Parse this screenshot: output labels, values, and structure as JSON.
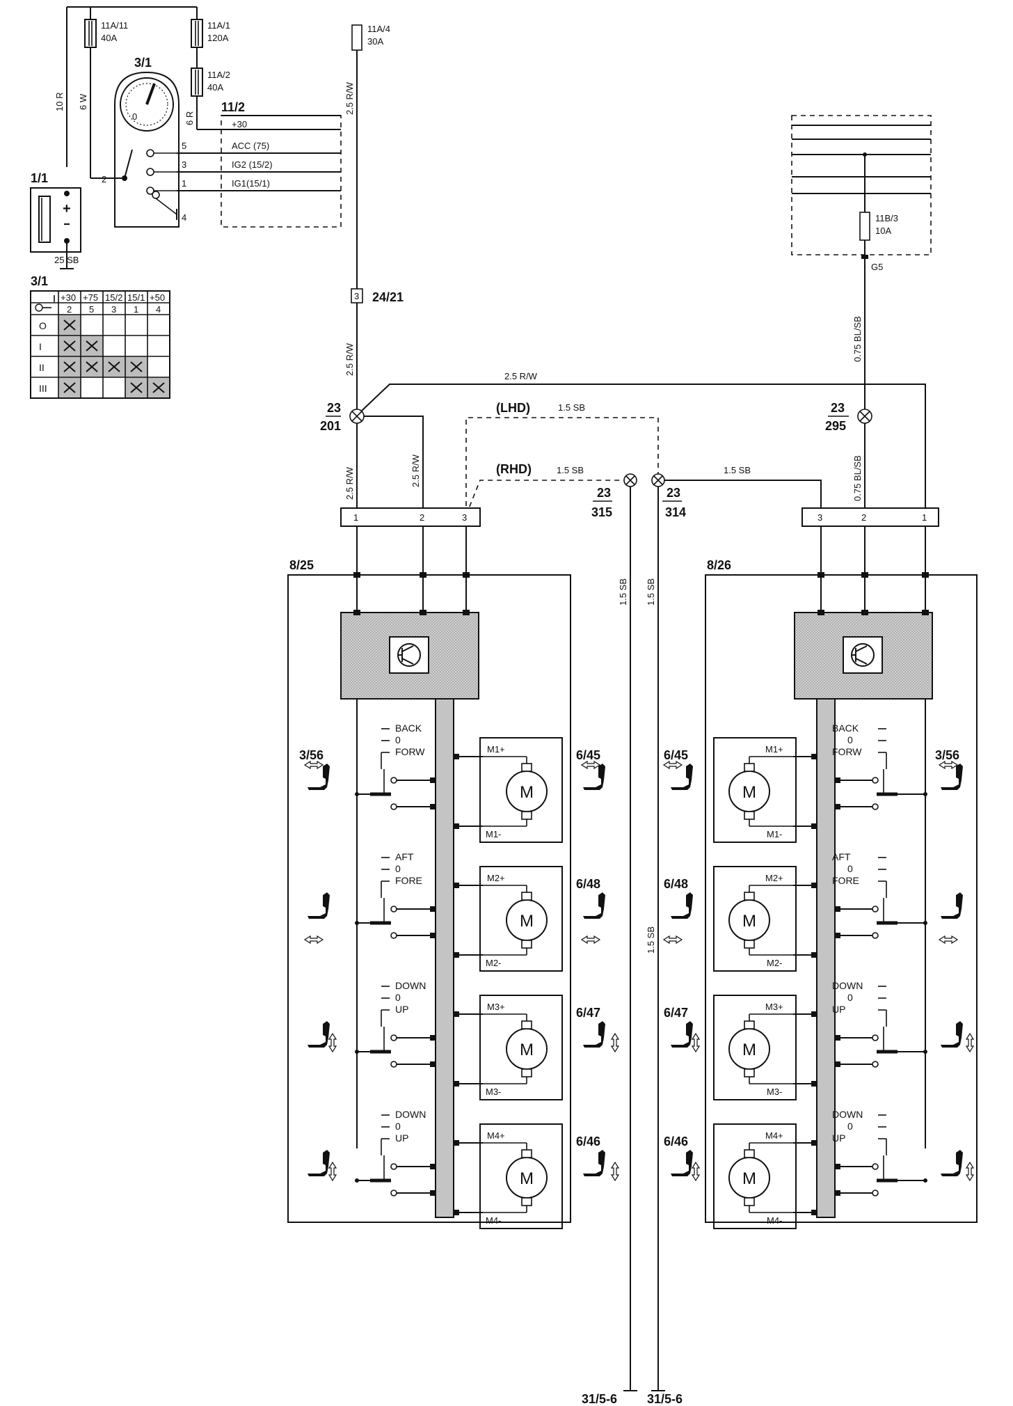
{
  "components": {
    "battery": "1/1",
    "ignition_switch": "3/1",
    "ignition_table_title": "3/1",
    "fusebox_left": "11/2",
    "connector": "24/21",
    "connector_pin": "3",
    "seat_module_left": "8/25",
    "seat_module_right": "8/26",
    "ground_left": "31/5-6",
    "ground_right": "31/5-6",
    "fuse_g5": "G5"
  },
  "fuses": {
    "f11a11": {
      "id": "11A/11",
      "rating": "40A"
    },
    "f11a1": {
      "id": "11A/1",
      "rating": "120A"
    },
    "f11a2": {
      "id": "11A/2",
      "rating": "40A"
    },
    "f11a4": {
      "id": "11A/4",
      "rating": "30A"
    },
    "f11b3": {
      "id": "11B/3",
      "rating": "10A"
    }
  },
  "wires": {
    "w10r": "10 R",
    "w6w": "6 W",
    "w6r": "6 R",
    "w25sb": "25 SB",
    "w25rw_a": "2.5 R/W",
    "w25rw_b": "2.5 R/W",
    "w25rw_top": "2.5 R/W",
    "w25rw_c": "2.5 R/W",
    "w25rw_d": "2.5 R/W",
    "w075_a": "0.75 BL/SB",
    "w075_b": "0.75 BL/SB",
    "w15sb_lhd": "1.5 SB",
    "w15sb_rhd": "1.5 SB",
    "w15sb_right": "1.5 SB",
    "w15sb_v1": "1.5 SB",
    "w15sb_v2": "1.5 SB",
    "w15sb_v3": "1.5 SB"
  },
  "fusebox_rows": {
    "r30": "+30",
    "acc": "ACC (75)",
    "ig2": "IG2 (15/2)",
    "ig1": "IG1(15/1)"
  },
  "switch_pins": [
    "5",
    "3",
    "1",
    "4",
    "2"
  ],
  "splices": {
    "s201": {
      "top": "23",
      "bottom": "201"
    },
    "s295": {
      "top": "23",
      "bottom": "295"
    },
    "s315": {
      "top": "23",
      "bottom": "315"
    },
    "s314": {
      "top": "23",
      "bottom": "314"
    }
  },
  "routing": {
    "lhd": "(LHD)",
    "rhd": "(RHD)"
  },
  "connector_left_pins": [
    "1",
    "2",
    "3"
  ],
  "connector_right_pins": [
    "3",
    "2",
    "1"
  ],
  "ignition_table": {
    "headers": [
      [
        "+30",
        "2"
      ],
      [
        "+75",
        "5"
      ],
      [
        "15/2",
        "3"
      ],
      [
        "15/1",
        "1"
      ],
      [
        "+50",
        "4"
      ]
    ],
    "rows": [
      "O",
      "I",
      "II",
      "III"
    ],
    "crosses": [
      [
        1,
        0,
        0,
        0,
        0
      ],
      [
        1,
        1,
        0,
        0,
        0
      ],
      [
        1,
        1,
        1,
        1,
        0
      ],
      [
        1,
        0,
        0,
        1,
        1
      ]
    ]
  },
  "motors": [
    {
      "plus": "M1+",
      "minus": "M1-",
      "symbol": "M",
      "switch": [
        "BACK",
        "0",
        "FORW"
      ],
      "label_left": "3/56",
      "label_right": "6/45",
      "label_right_side_left": "6/45",
      "label_right_side_right": "3/56"
    },
    {
      "plus": "M2+",
      "minus": "M2-",
      "symbol": "M",
      "switch": [
        "AFT",
        "0",
        "FORE"
      ],
      "label_left": "",
      "label_right": "6/48",
      "label_right_side_left": "6/48",
      "label_right_side_right": ""
    },
    {
      "plus": "M3+",
      "minus": "M3-",
      "symbol": "M",
      "switch": [
        "DOWN",
        "0",
        "UP"
      ],
      "label_left": "",
      "label_right": "6/47",
      "label_right_side_left": "6/47",
      "label_right_side_right": ""
    },
    {
      "plus": "M4+",
      "minus": "M4-",
      "symbol": "M",
      "switch": [
        "DOWN",
        "0",
        "UP"
      ],
      "label_left": "",
      "label_right": "6/46",
      "label_right_side_left": "6/46",
      "label_right_side_right": ""
    }
  ]
}
